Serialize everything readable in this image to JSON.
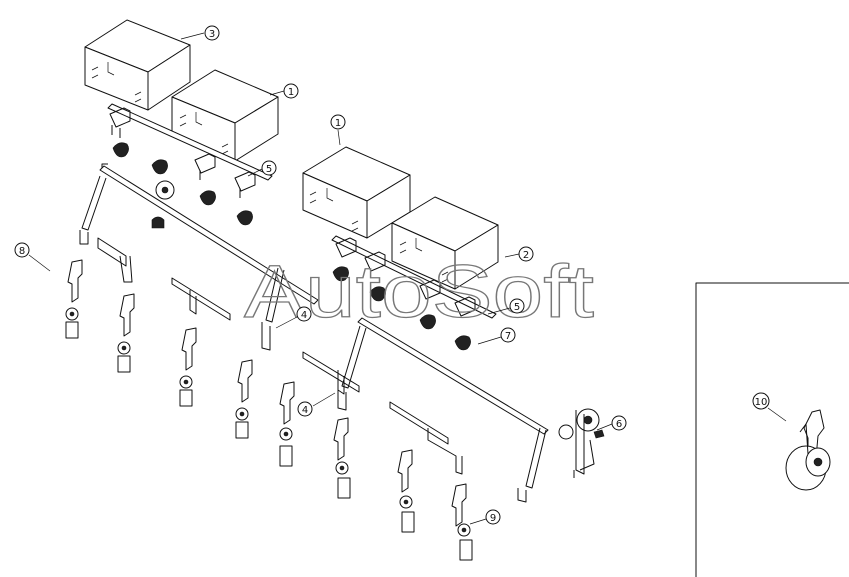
{
  "watermark": "AutoSoft",
  "callouts": [
    "3",
    "1",
    "5",
    "1",
    "2",
    "5",
    "7",
    "8",
    "4",
    "4",
    "6",
    "9",
    "10"
  ]
}
